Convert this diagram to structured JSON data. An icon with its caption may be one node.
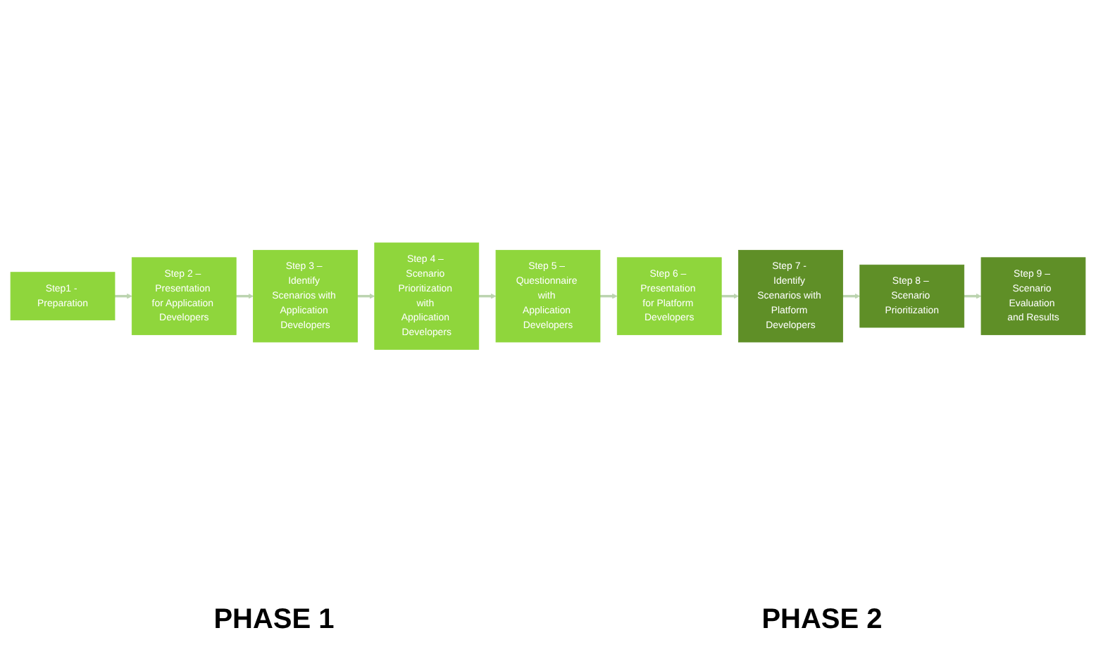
{
  "diagram": {
    "nodes": [
      {
        "text": [
          "Step1 - Preparation"
        ]
      },
      {
        "text": [
          "Step 2 – Presentation for Application Developers"
        ]
      },
      {
        "text": [
          "Step 3 – Identify Scenarios with Application Developers"
        ]
      },
      {
        "text": [
          "Step 4 – Scenario Prioritization with Application Developers"
        ]
      },
      {
        "text": [
          "Step 5 – Questionnaire with Application Developers"
        ]
      },
      {
        "text": [
          "Step 6 – Presentation for Platform Developers"
        ]
      },
      {
        "text": [
          "Step 7 - Identify Scenarios with Platform Developers"
        ]
      },
      {
        "text": [
          "Step 8 – Scenario Prioritization"
        ]
      },
      {
        "text": [
          "Step 9 – Scenario Evaluation and Results"
        ]
      }
    ],
    "edges": [
      {
        "from": 0,
        "to": 1,
        "arrow": "to"
      },
      {
        "from": 1,
        "to": 2,
        "arrow": "to"
      },
      {
        "from": 2,
        "to": 3,
        "arrow": "to"
      },
      {
        "from": 3,
        "to": 4,
        "arrow": "to"
      },
      {
        "from": 4,
        "to": 5,
        "arrow": "to"
      },
      {
        "from": 5,
        "to": 6,
        "arrow": "to"
      },
      {
        "from": 6,
        "to": 7,
        "arrow": "to"
      },
      {
        "from": 7,
        "to": 8,
        "arrow": "to"
      }
    ],
    "labels": [
      "PHASE 1",
      "PHASE 2"
    ]
  }
}
